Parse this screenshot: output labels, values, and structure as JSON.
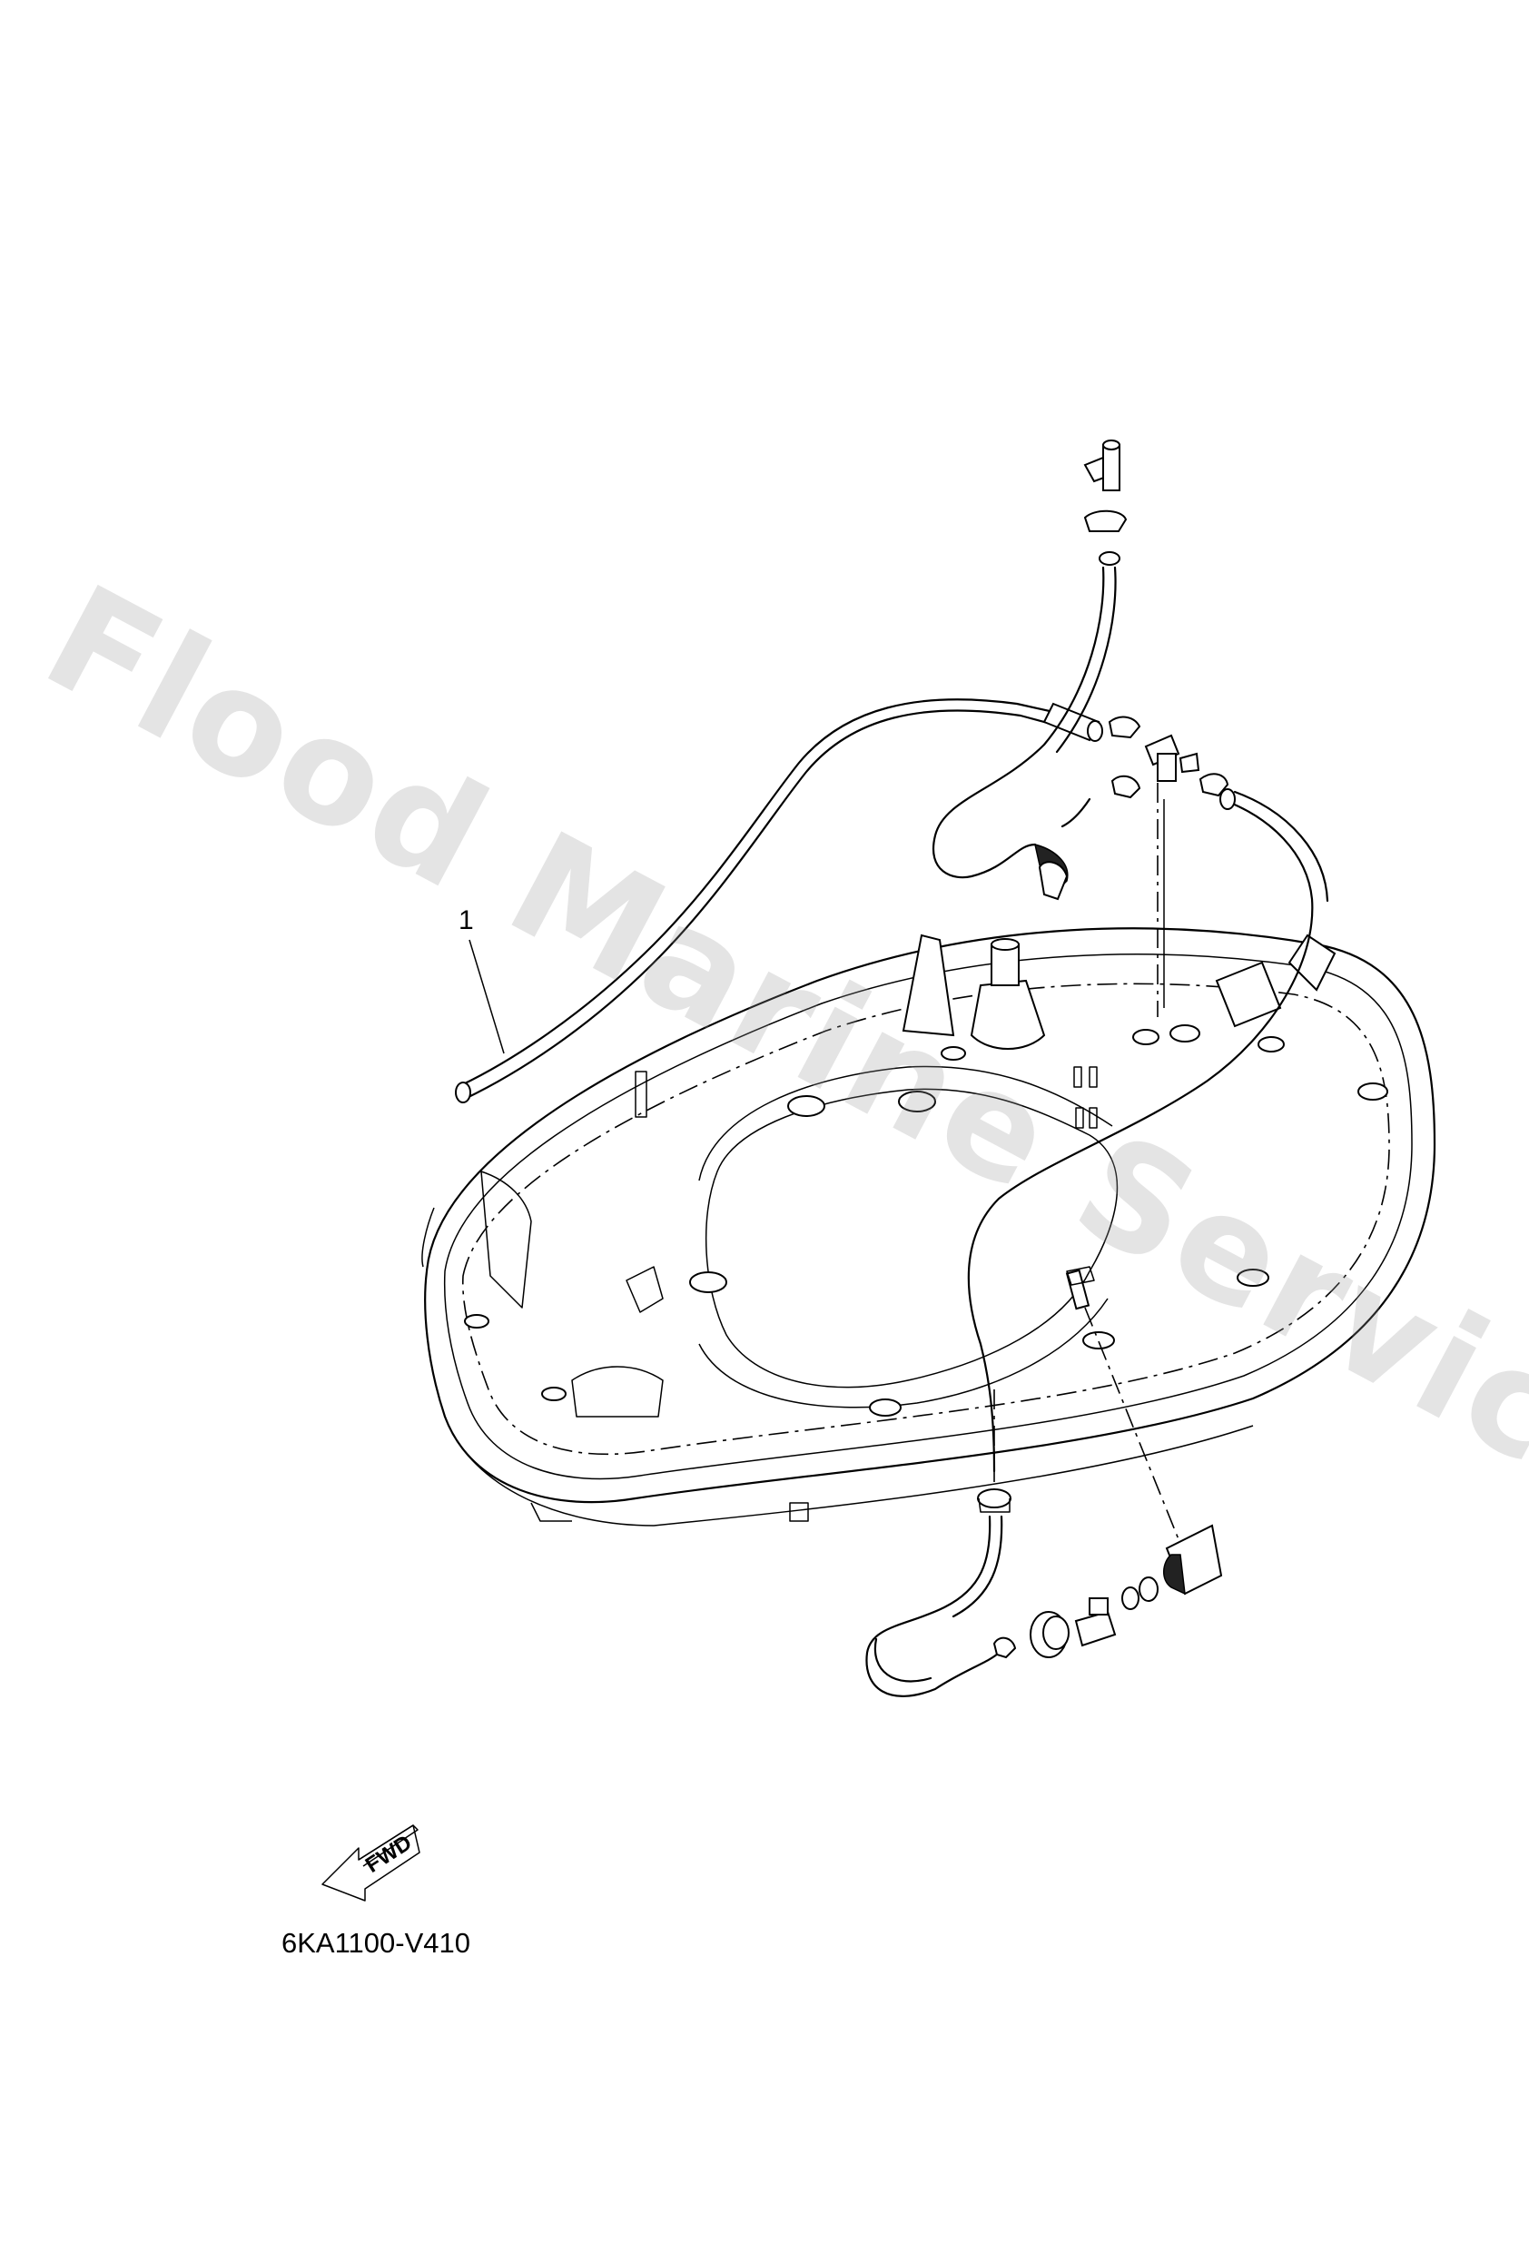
{
  "diagram": {
    "callouts": [
      {
        "id": "1",
        "label": "1"
      }
    ],
    "direction_marker": {
      "label": "FWD"
    },
    "figure_code": "6KA1100-V410",
    "watermark": "Flood Marine Services"
  }
}
